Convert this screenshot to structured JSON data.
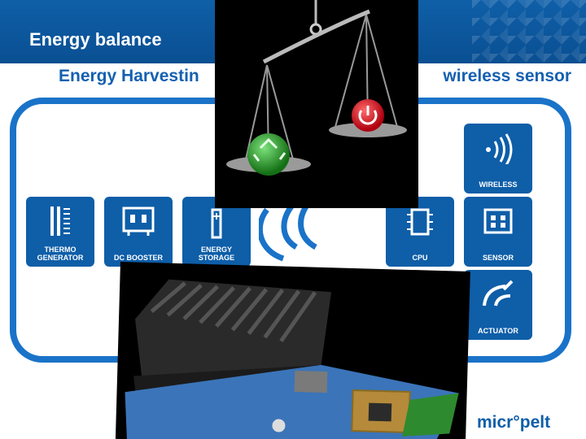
{
  "header": {
    "title": "Energy balance",
    "subtitle_left": "Energy Harvestin",
    "subtitle_right": "wireless sensor"
  },
  "modules": {
    "thermo_generator": "THERMO\nGENERATOR",
    "dc_booster": "DC BOOSTER",
    "energy_storage": "ENERGY STORAGE",
    "cpu": "CPU",
    "wireless": "WIRELESS",
    "sensor": "SENSOR",
    "actuator": "ACTUATOR"
  },
  "logo": {
    "text": "micr°pelt"
  },
  "colors": {
    "brand_blue": "#0e5ea8",
    "frame_blue": "#1a73c8",
    "title_blue": "#1460b0",
    "power_red": "#d0121b",
    "recycle_green": "#2eae2e"
  }
}
